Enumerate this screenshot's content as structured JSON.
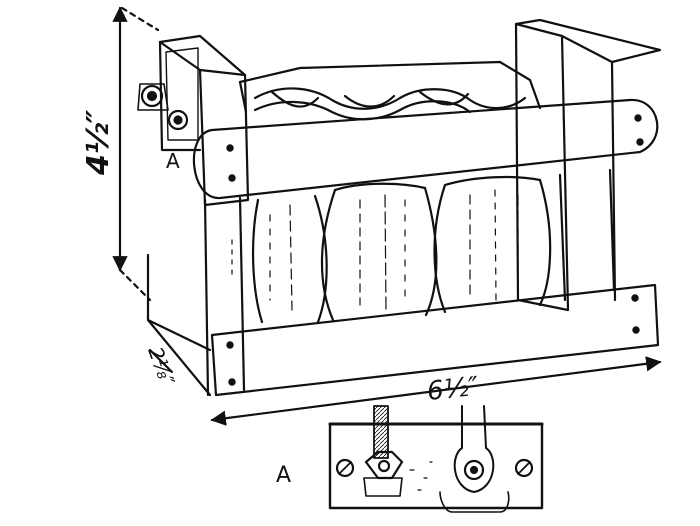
{
  "labels": {
    "height_dim": "4½″",
    "width_dim": "6½″",
    "depth_dim": "2⅛″",
    "terminal_callout": "A",
    "detail_label": "A"
  },
  "colors": {
    "ink": "#111111",
    "paper": "#ffffff"
  }
}
